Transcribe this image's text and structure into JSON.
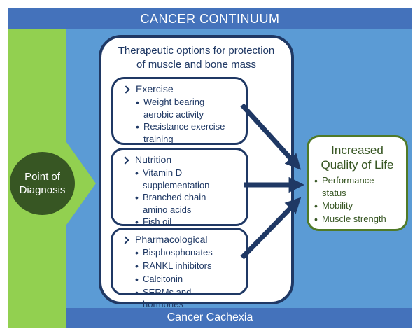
{
  "header": {
    "title": "CANCER CONTINUUM"
  },
  "footer": {
    "label": "Cancer Cachexia"
  },
  "timeline": {
    "start_label": "Point of Diagnosis"
  },
  "container": {
    "title": "Therapeutic options for protection of muscle and bone mass"
  },
  "options": [
    {
      "label": "Exercise",
      "items": [
        "Weight bearing aerobic activity",
        "Resistance exercise training"
      ]
    },
    {
      "label": "Nutrition",
      "items": [
        "Vitamin D supplementation",
        "Branched chain amino acids",
        "Fish oil"
      ]
    },
    {
      "label": "Pharmacological",
      "items": [
        "Bisphosphonates",
        "RANKL inhibitors",
        "Calcitonin",
        "SERMs and hormones"
      ]
    }
  ],
  "outcome": {
    "title": "Increased Quality of Life",
    "items": [
      "Performance status",
      "Mobility",
      "Muscle strength"
    ]
  },
  "colors": {
    "header_footer_blue": "#4472BB",
    "background_blue": "#5B9BD5",
    "timeline_green": "#92D050",
    "diagnosis_node_green": "#375623",
    "outline_navy": "#1F3864",
    "outcome_border_green": "#507A28"
  }
}
